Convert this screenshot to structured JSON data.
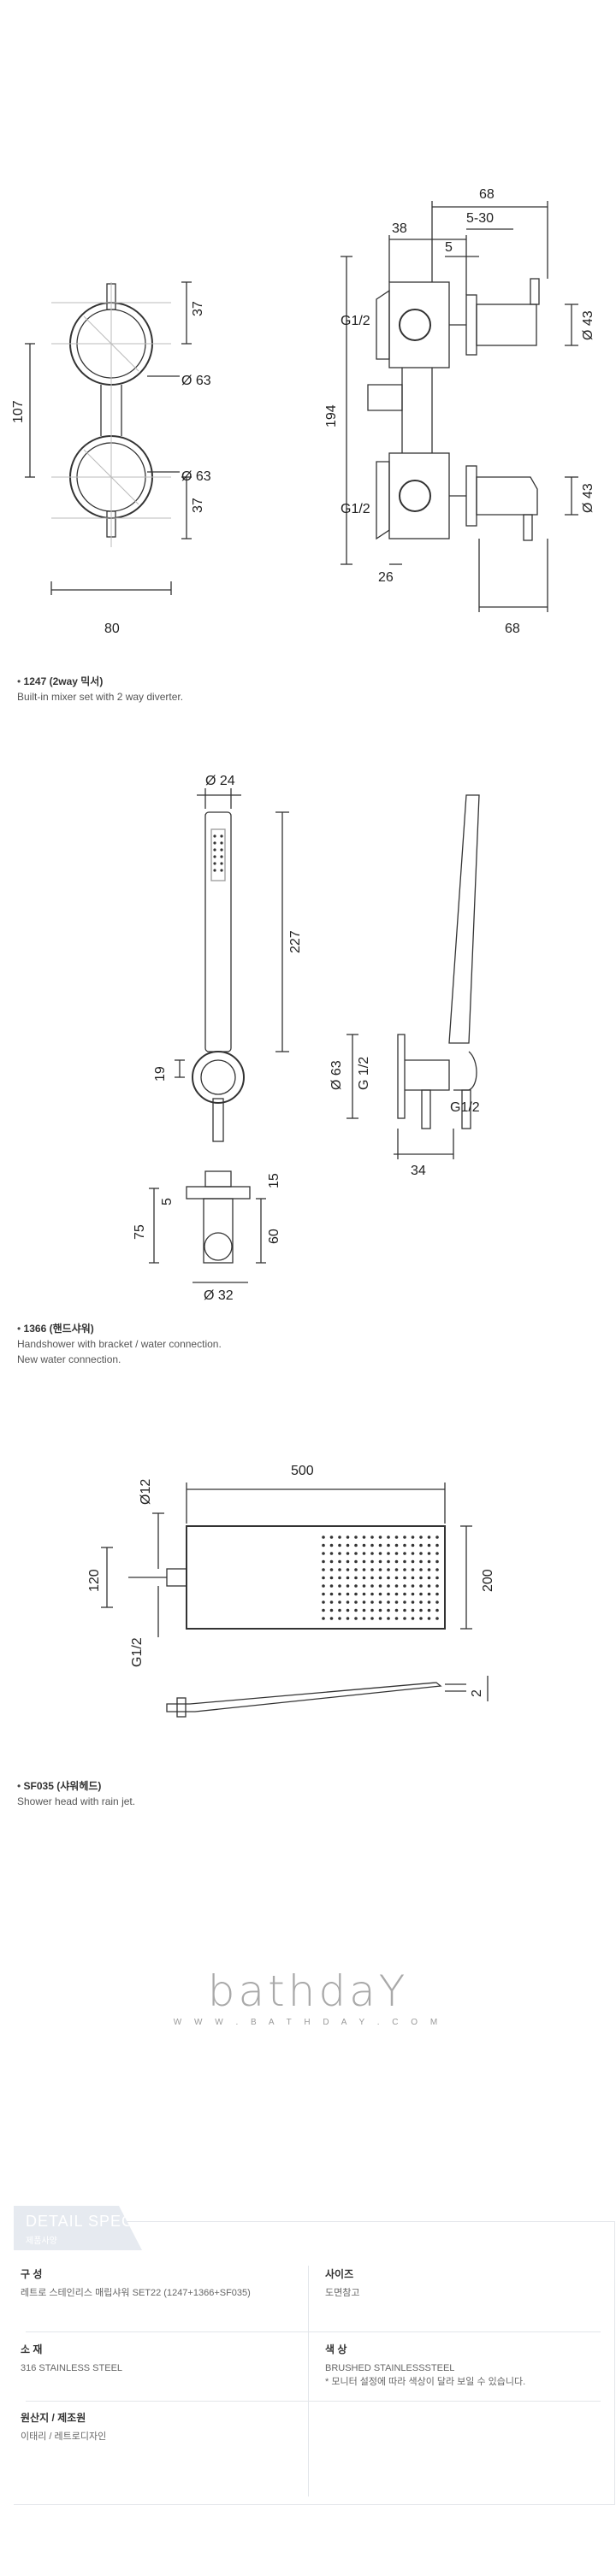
{
  "section1": {
    "dims": {
      "top_width": "68",
      "d38": "38",
      "d5_30": "5-30",
      "d5": "5",
      "g1": "G1/2",
      "g2": "G1/2",
      "d43a": "Ø 43",
      "d43b": "Ø 43",
      "d194": "194",
      "d26": "26",
      "bottom_width": "68",
      "d37a": "37",
      "d107": "107",
      "d63a": "Ø 63",
      "d63b": "Ø 63",
      "d37b": "37",
      "d80": "80"
    },
    "caption": {
      "code": "1247 (2way 믹서)",
      "desc": "Built-in mixer set with 2 way diverter."
    }
  },
  "section2": {
    "dims": {
      "d24": "Ø 24",
      "d227": "227",
      "d19": "19",
      "d63": "Ø 63",
      "g12a": "G 1/2",
      "g12b": "G1/2",
      "d34": "34",
      "d15": "15",
      "d5": "5",
      "d75": "75",
      "d60": "60",
      "d32": "Ø 32"
    },
    "caption": {
      "code": "1366 (핸드샤워)",
      "desc1": "Handshower with bracket / water connection.",
      "desc2": "New water connection."
    }
  },
  "section3": {
    "dims": {
      "d500": "500",
      "d12": "Ø12",
      "d120": "120",
      "d200": "200",
      "g12": "G1/2",
      "d2": "2"
    },
    "caption": {
      "code": "SF035 (샤워헤드)",
      "desc": "Shower head with rain jet."
    }
  },
  "logo": {
    "word": "bathdaY",
    "url": "W W W . B A T H D A Y . C O M"
  },
  "spec": {
    "tab_title": "DETAIL SPEC",
    "tab_sub": "제품사양",
    "composition_label": "구 성",
    "composition_value": "레트로 스테인리스 매립샤워 SET22 (1247+1366+SF035)",
    "size_label": "사이즈",
    "size_value": "도면참고",
    "material_label": "소 재",
    "material_value": "316 STAINLESS STEEL",
    "color_label": "색 상",
    "color_value": "BRUSHED STAINLESSSTEEL",
    "color_note": "* 모니터 설정에 따라 색상이 달라 보일 수 있습니다.",
    "origin_label": "원산지 / 제조원",
    "origin_value": "이태리 / 레트로디자인"
  },
  "colors": {
    "line": "#333333",
    "light": "#bbbbbb",
    "tab": "#e6eaf0"
  }
}
